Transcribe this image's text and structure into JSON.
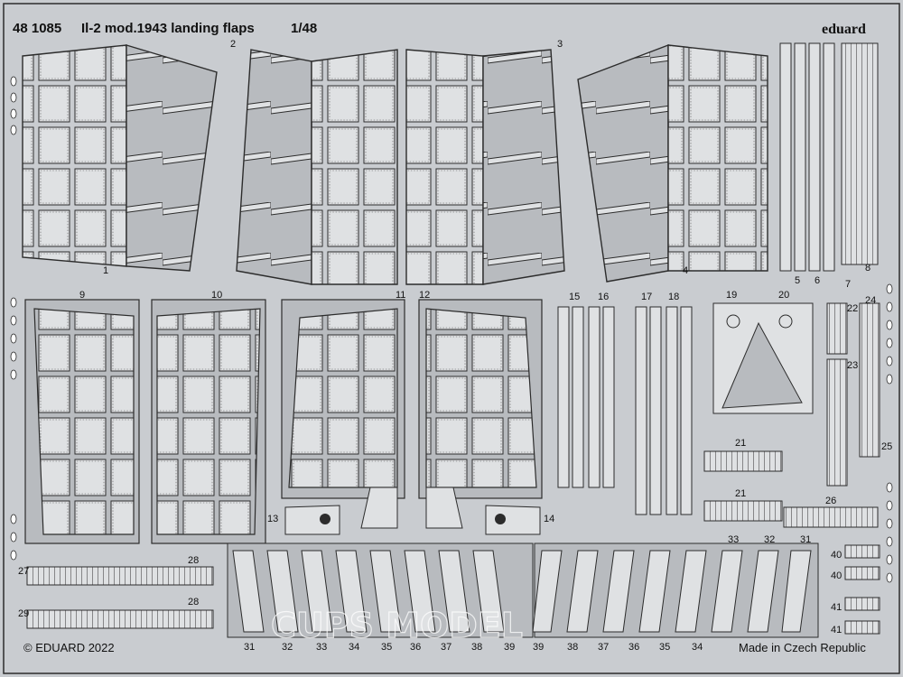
{
  "sheet": {
    "catalog_no": "48 1085",
    "title": "Il-2 mod.1943 landing flaps",
    "scale": "1/48",
    "brand": "eduard",
    "copyright": "© EDUARD 2022",
    "made_in": "Made in Czech Republic",
    "watermark": "CUPS MODEL"
  },
  "colors": {
    "fret": "#c9ccd0",
    "part": "#b8bbbf",
    "panel": "#dfe1e3",
    "line": "#2c2c2c"
  },
  "part_numbers": [
    {
      "id": "p1",
      "label": "1"
    },
    {
      "id": "p2",
      "label": "2"
    },
    {
      "id": "p3",
      "label": "3"
    },
    {
      "id": "p4",
      "label": "4"
    },
    {
      "id": "p5",
      "label": "5"
    },
    {
      "id": "p6",
      "label": "6"
    },
    {
      "id": "p7",
      "label": "7"
    },
    {
      "id": "p8",
      "label": "8"
    },
    {
      "id": "p9",
      "label": "9"
    },
    {
      "id": "p10",
      "label": "10"
    },
    {
      "id": "p11",
      "label": "11"
    },
    {
      "id": "p12",
      "label": "12"
    },
    {
      "id": "p13",
      "label": "13"
    },
    {
      "id": "p14",
      "label": "14"
    },
    {
      "id": "p15",
      "label": "15"
    },
    {
      "id": "p16",
      "label": "16"
    },
    {
      "id": "p17",
      "label": "17"
    },
    {
      "id": "p18",
      "label": "18"
    },
    {
      "id": "p19",
      "label": "19"
    },
    {
      "id": "p20",
      "label": "20"
    },
    {
      "id": "p21a",
      "label": "21"
    },
    {
      "id": "p21b",
      "label": "21"
    },
    {
      "id": "p22",
      "label": "22"
    },
    {
      "id": "p23",
      "label": "23"
    },
    {
      "id": "p24",
      "label": "24"
    },
    {
      "id": "p25",
      "label": "25"
    },
    {
      "id": "p26",
      "label": "26"
    },
    {
      "id": "p27",
      "label": "27"
    },
    {
      "id": "p28a",
      "label": "28"
    },
    {
      "id": "p28b",
      "label": "28"
    },
    {
      "id": "p29",
      "label": "29"
    },
    {
      "id": "p31a",
      "label": "31"
    },
    {
      "id": "p31b",
      "label": "31"
    },
    {
      "id": "p32a",
      "label": "32"
    },
    {
      "id": "p32b",
      "label": "32"
    },
    {
      "id": "p33a",
      "label": "33"
    },
    {
      "id": "p33b",
      "label": "33"
    },
    {
      "id": "p34a",
      "label": "34"
    },
    {
      "id": "p34b",
      "label": "34"
    },
    {
      "id": "p35a",
      "label": "35"
    },
    {
      "id": "p35b",
      "label": "35"
    },
    {
      "id": "p36a",
      "label": "36"
    },
    {
      "id": "p36b",
      "label": "36"
    },
    {
      "id": "p37a",
      "label": "37"
    },
    {
      "id": "p37b",
      "label": "37"
    },
    {
      "id": "p38a",
      "label": "38"
    },
    {
      "id": "p38b",
      "label": "38"
    },
    {
      "id": "p39a",
      "label": "39"
    },
    {
      "id": "p39b",
      "label": "39"
    },
    {
      "id": "p40a",
      "label": "40"
    },
    {
      "id": "p40b",
      "label": "40"
    },
    {
      "id": "p41a",
      "label": "41"
    },
    {
      "id": "p41b",
      "label": "41"
    }
  ]
}
